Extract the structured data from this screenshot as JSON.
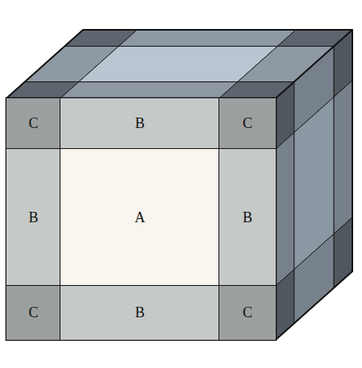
{
  "diagram": {
    "nodes": [
      {
        "text": [
          "C"
        ]
      },
      {
        "text": [
          "B"
        ]
      },
      {
        "text": [
          "C"
        ]
      },
      {
        "text": [
          "B"
        ]
      },
      {
        "text": [
          "A"
        ]
      },
      {
        "text": [
          "B"
        ]
      },
      {
        "text": [
          "C"
        ]
      },
      {
        "text": [
          "B"
        ]
      },
      {
        "text": [
          "C"
        ]
      }
    ]
  }
}
